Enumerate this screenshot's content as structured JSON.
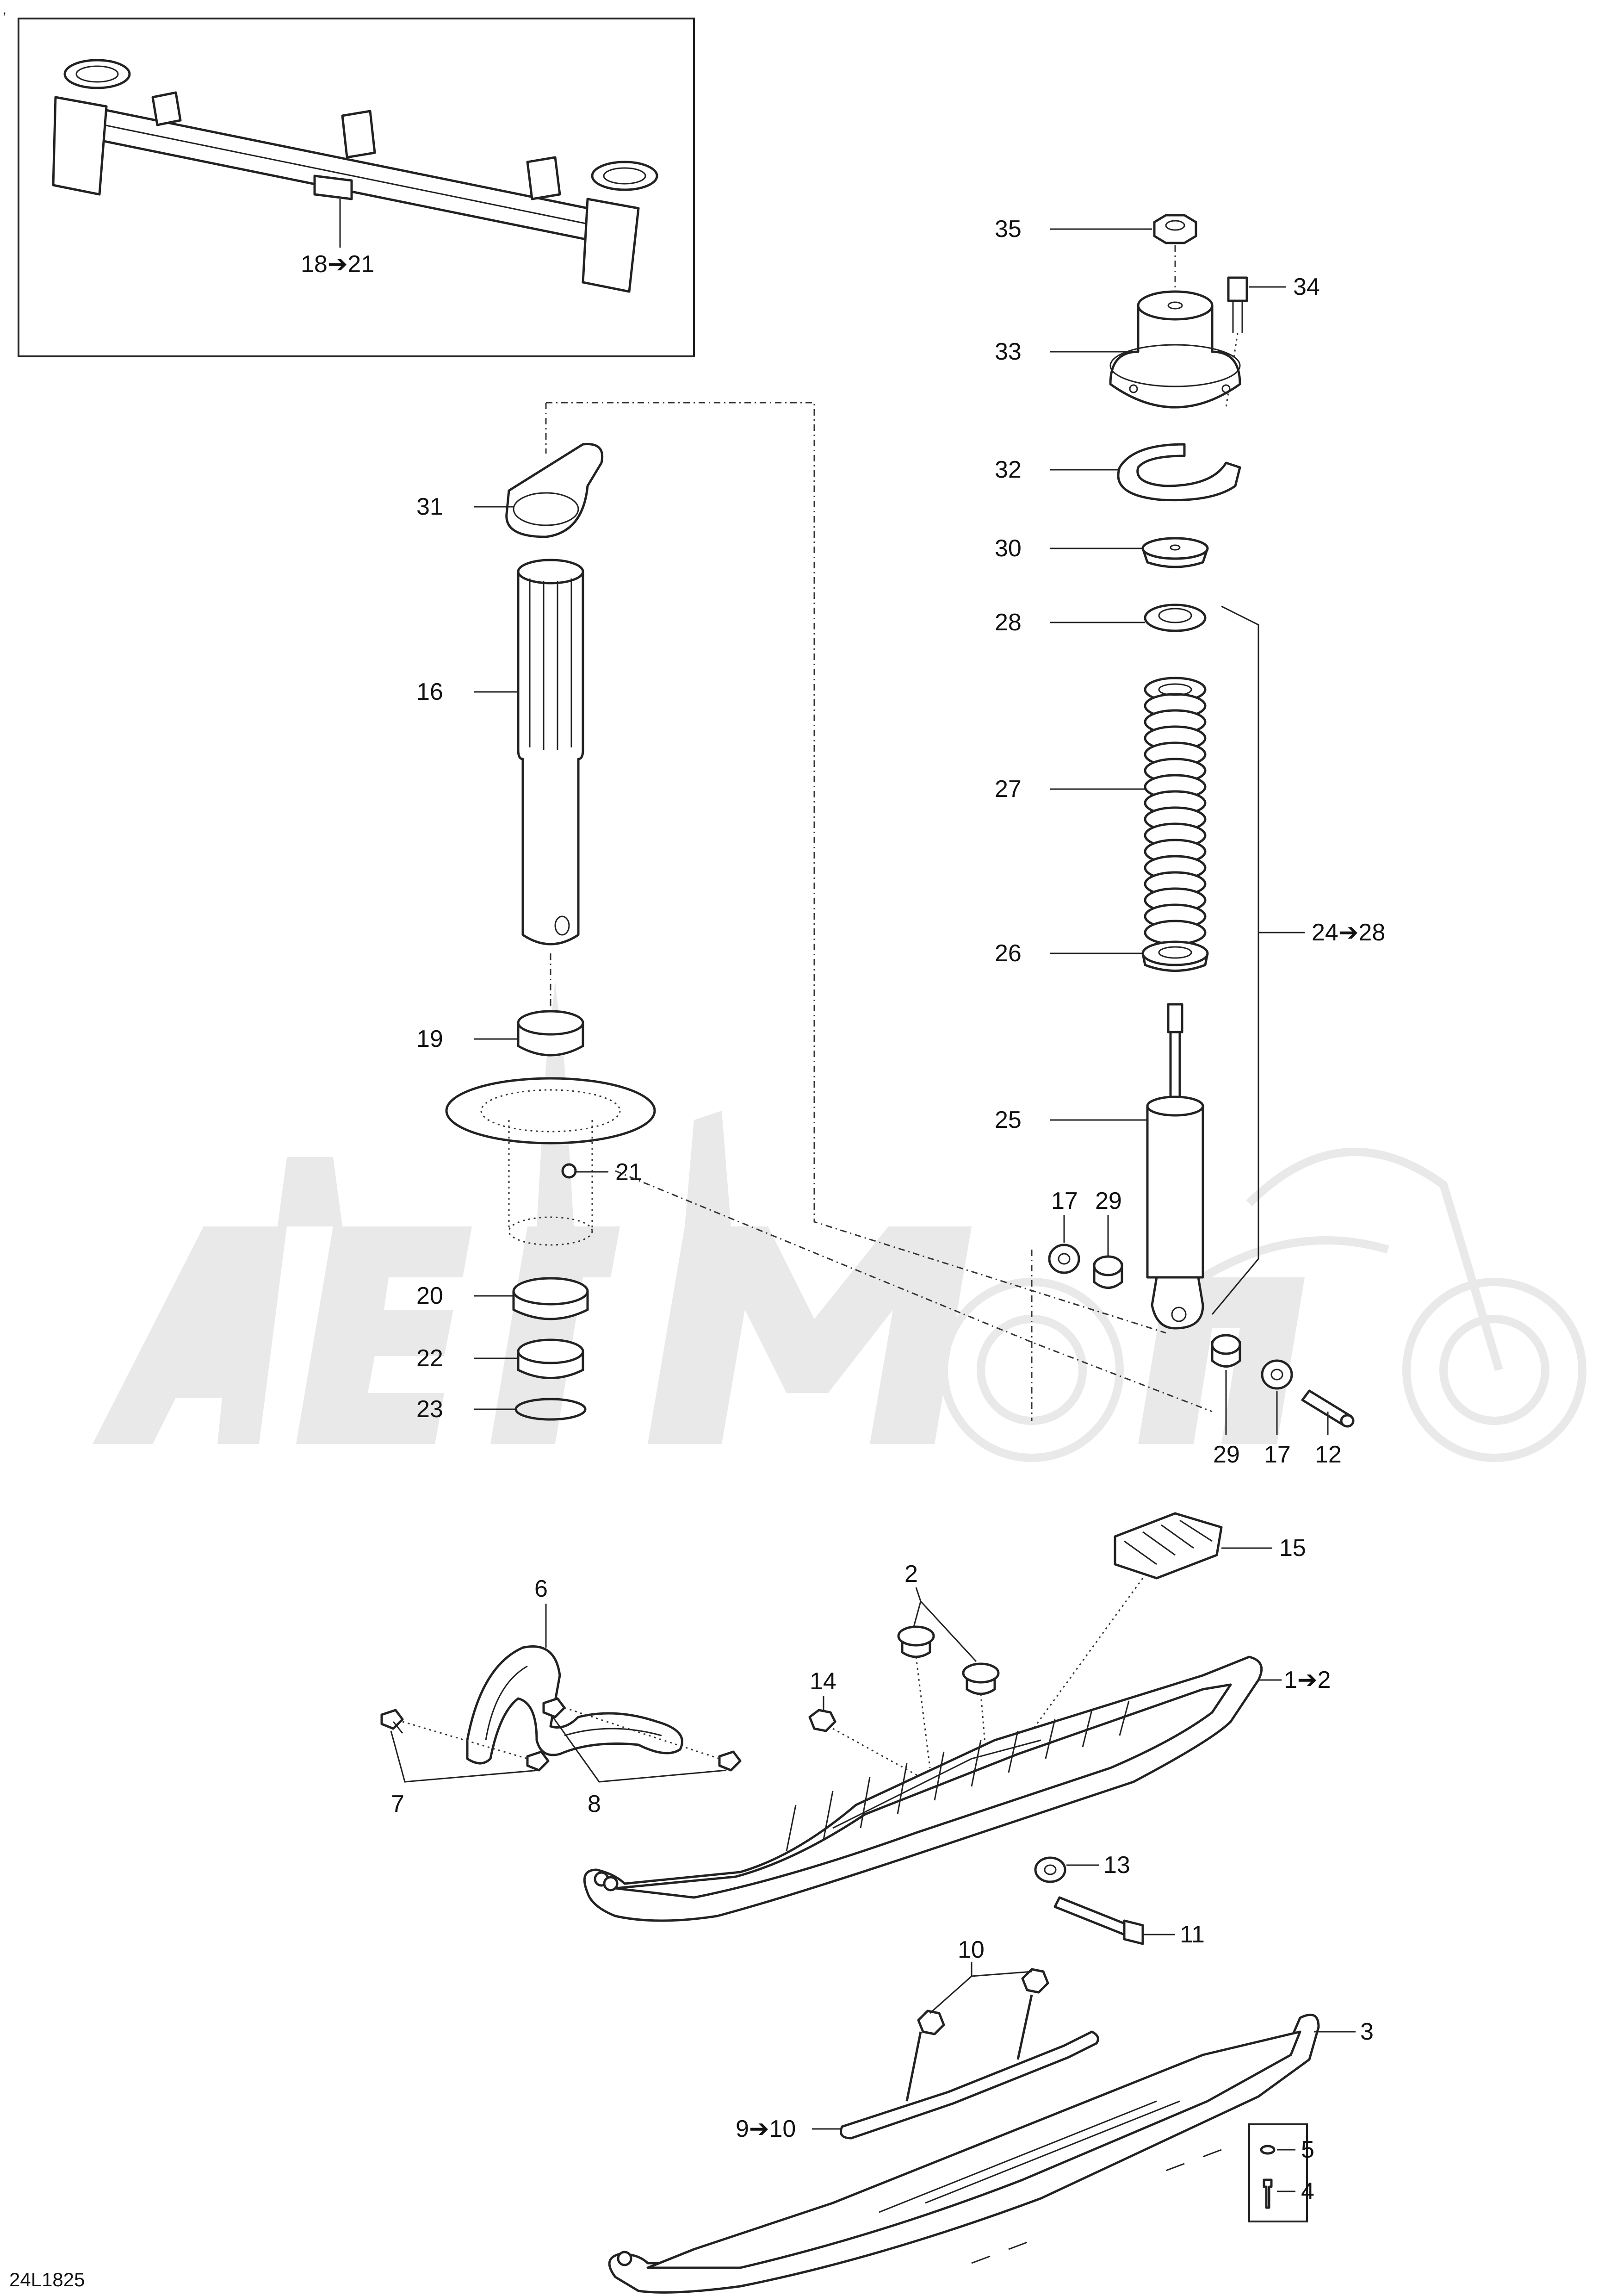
{
  "labels": {
    "l35": "35",
    "l34": "34",
    "l33": "33",
    "l32": "32",
    "l30": "30",
    "l28": "28",
    "l27": "27",
    "l24_28": "24➔28",
    "l26": "26",
    "l25": "25",
    "l17a": "17",
    "l29a": "29",
    "l29b": "29",
    "l17b": "17",
    "l12": "12",
    "l31": "31",
    "l16": "16",
    "l19": "19",
    "l21": "21",
    "l20": "20",
    "l22": "22",
    "l23": "23",
    "l18_21": "18➔21",
    "l2": "2",
    "l15": "15",
    "l1_2": "1➔2",
    "l6": "6",
    "l14": "14",
    "l7": "7",
    "l8": "8",
    "l13": "13",
    "l11": "11",
    "l10": "10",
    "l3": "3",
    "l9_10": "9➔10",
    "l5": "5",
    "l4": "4"
  },
  "corner_mark": ",",
  "drawing_number": "24L1825"
}
